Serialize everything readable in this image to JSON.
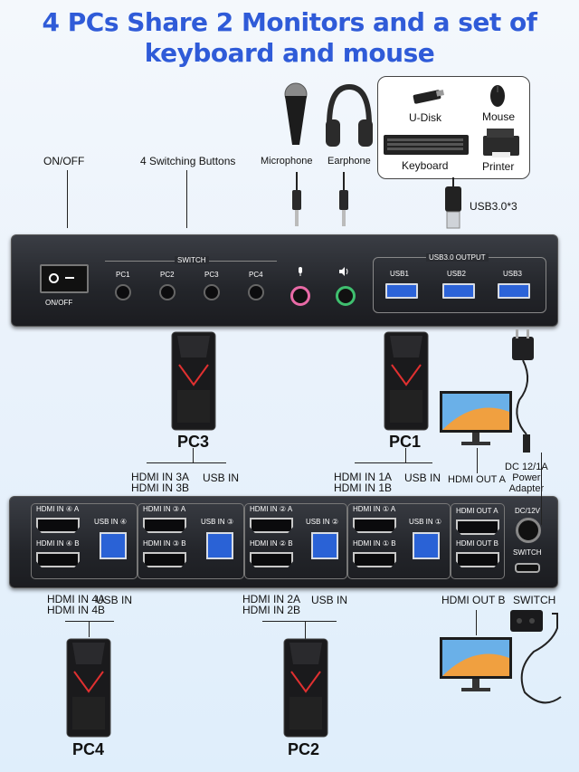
{
  "title": {
    "line1": "4 PCs Share 2 Monitors and a set of",
    "line2": "keyboard and mouse"
  },
  "top_labels": {
    "on_off": "ON/OFF",
    "switch_buttons": "4 Switching Buttons",
    "microphone": "Microphone",
    "earphone": "Earphone",
    "usb_devices": [
      "U-Disk",
      "Mouse",
      "Keyboard",
      "Printer"
    ],
    "usb30x3": "USB3.0*3"
  },
  "front_panel": {
    "on_off": "ON/OFF",
    "switch_header": "SWITCH",
    "pcs": [
      "PC1",
      "PC2",
      "PC3",
      "PC4"
    ],
    "usb_header": "USB3.0 OUTPUT",
    "usb_ports": [
      "USB1",
      "USB2",
      "USB3"
    ]
  },
  "middle_labels": {
    "pc3": "PC3",
    "pc1": "PC1",
    "pc3_hdmi": "HDMI IN 3A\nHDMI IN 3B",
    "pc3_usb": "USB IN",
    "pc1_hdmi": "HDMI IN 1A\nHDMI IN 1B",
    "pc1_usb": "USB IN",
    "hdmi_out_a": "HDMI OUT A",
    "power": "DC 12/1A\nPower\nAdapter"
  },
  "rear_panel": {
    "groups": [
      {
        "hdmi_a": "HDMI IN ④ A",
        "hdmi_b": "HDMI IN ④ B",
        "usb": "USB IN ④"
      },
      {
        "hdmi_a": "HDMI IN ③ A",
        "hdmi_b": "HDMI IN ③ B",
        "usb": "USB IN ③"
      },
      {
        "hdmi_a": "HDMI IN ② A",
        "hdmi_b": "HDMI IN ② B",
        "usb": "USB IN ②"
      },
      {
        "hdmi_a": "HDMI IN ① A",
        "hdmi_b": "HDMI IN ① B",
        "usb": "USB IN ①"
      }
    ],
    "out_a": "HDMI OUT A",
    "out_b": "HDMI OUT B",
    "dc": "DC/12V",
    "switch": "SWITCH"
  },
  "bottom_labels": {
    "pc4_hdmi": "HDMI IN 4A\nHDMI IN 4B",
    "pc4_usb": "USB IN",
    "pc2_hdmi": "HDMI IN 2A\nHDMI IN 2B",
    "pc2_usb": "USB IN",
    "hdmi_out_b": "HDMI OUT B",
    "switch": "SWITCH",
    "pc4": "PC4",
    "pc2": "PC2"
  },
  "colors": {
    "title": "#2f5bd8",
    "usb_port": "#2c63d8",
    "pc_accent": "#e03030",
    "panel": "#26282d"
  }
}
